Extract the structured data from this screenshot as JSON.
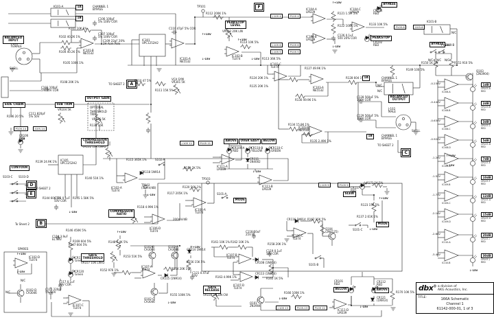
{
  "title_block": {
    "brand": "dbx",
    "brand_sup": "®",
    "division_line1": "a division of",
    "division_line2": "AKG Acoustics, Inc.",
    "title_label": "TITLE:",
    "line1": "166A Schematic",
    "line2": "Channel 1",
    "line3": "61142-000-01, 1 of 3"
  },
  "boxed_labels": [
    [
      "1A",
      110,
      7
    ],
    [
      "1B",
      110,
      23
    ],
    [
      "BALANCED\nINPUT",
      4,
      52
    ],
    [
      "SIDE CHAIN",
      4,
      149
    ],
    [
      "PEAKSTOP\nLEVEL",
      328,
      30
    ],
    [
      "0dB TRIM",
      80,
      149
    ],
    [
      "OUTPUT GAIN",
      124,
      140
    ],
    [
      "COMPRESSION\nTHRESHOLD",
      118,
      201
    ],
    [
      "CONTOUR",
      14,
      241
    ],
    [
      "COMPRESSOR\nRATIO",
      158,
      305
    ],
    [
      "GATE\nTHRESHOLD",
      118,
      369
    ],
    [
      "GATE\nRELEASE",
      296,
      416
    ],
    [
      "BYPASS",
      556,
      3
    ],
    [
      "PEAKSTOP",
      540,
      52
    ],
    [
      "BYPASS",
      626,
      61
    ],
    [
      "1A",
      528,
      110
    ],
    [
      "BALANCED\nOUTPUT",
      566,
      138
    ],
    [
      "1B",
      534,
      195
    ],
    [
      "ABOVE",
      326,
      202
    ],
    [
      "OVER EASY",
      348,
      202
    ],
    [
      "BELOW",
      381,
      202
    ],
    [
      "MODE",
      340,
      288
    ],
    [
      "SLEW",
      500,
      279
    ],
    [
      "MODE",
      548,
      323
    ],
    [
      "BELOW",
      486,
      418
    ],
    [
      "ABOVE",
      546,
      419
    ]
  ],
  "sheet_refs": [
    [
      "A",
      186,
      118
    ],
    [
      "B",
      54,
      321
    ],
    [
      "C",
      586,
      218
    ],
    [
      "D",
      40,
      265
    ],
    [
      "E",
      40,
      278
    ],
    [
      "F",
      372,
      6
    ]
  ],
  "net_boxes": [
    [
      "J-105 4",
      394,
      20
    ],
    [
      "P105 4",
      420,
      20
    ],
    [
      "J-105 6",
      394,
      62
    ],
    [
      "P105 6",
      420,
      62
    ],
    [
      "J-105 5",
      394,
      72
    ],
    [
      "P105 5",
      420,
      72
    ],
    [
      "P105-8",
      574,
      36
    ],
    [
      "J105-8",
      602,
      36
    ],
    [
      "P105-14",
      20,
      184
    ],
    [
      "J105-14",
      48,
      184
    ],
    [
      "J-105 11",
      262,
      205
    ],
    [
      "P105 11",
      289,
      205
    ],
    [
      "J-105 9",
      464,
      266
    ],
    [
      "P105 9",
      492,
      266
    ],
    [
      "J-105 13",
      402,
      445
    ],
    [
      "P105-13",
      430,
      445
    ],
    [
      "P105 11",
      456,
      445
    ]
  ],
  "rails": [
    [
      "+15V",
      294,
      48
    ],
    [
      "-15V",
      294,
      84
    ],
    [
      "-15V",
      366,
      84
    ],
    [
      "+15V",
      484,
      2
    ],
    [
      "-15V",
      484,
      66
    ],
    [
      "+15V",
      642,
      64
    ],
    [
      "+15V",
      552,
      287
    ],
    [
      "-15V",
      538,
      332
    ],
    [
      "-15V",
      368,
      248
    ],
    [
      "+15V",
      170,
      336
    ],
    [
      "-15V",
      244,
      439
    ],
    [
      "-15V",
      406,
      433
    ],
    [
      "-15V",
      100,
      307
    ],
    [
      "+15V",
      24,
      368
    ],
    [
      "-15V",
      24,
      394
    ],
    [
      "-15V",
      524,
      445
    ],
    [
      "+15V",
      278,
      358
    ],
    [
      "+15V",
      650,
      225
    ],
    [
      "-15V",
      650,
      239
    ],
    [
      "-15V",
      684,
      392
    ],
    [
      "+15V",
      346,
      56
    ],
    [
      "-15V",
      214,
      282
    ]
  ],
  "labels": [
    [
      "K101-A",
      78,
      8
    ],
    [
      "CHANNEL 1\nBYPASS",
      135,
      8
    ],
    [
      "C106 100pF\n5% 100V COR",
      143,
      26
    ],
    [
      "C107 100pF\n5% 100V COR",
      143,
      48
    ],
    [
      "R101 10K 1%",
      100,
      40
    ],
    [
      "R102 40.2K 1%",
      86,
      52
    ],
    [
      "R104 40.2K 1%",
      86,
      74
    ],
    [
      "R105 100K 1%",
      92,
      90
    ],
    [
      "J-101\nFEMALE",
      16,
      62
    ],
    [
      "SHELL",
      14,
      98
    ],
    [
      "IC101-B\nNE5532",
      121,
      72
    ],
    [
      "C109 22pF 20%\n2H Asm Pole",
      150,
      58
    ],
    [
      "R108 20K 1%",
      88,
      118
    ],
    [
      "C103 100pF\n5% 50V COR",
      60,
      126
    ],
    [
      "IC301\nUPC1252H2",
      207,
      57
    ],
    [
      "R110 47 5%",
      196,
      116
    ],
    [
      "VCA SYM\nVR301 5K",
      250,
      114
    ],
    [
      "R111 15K 5%",
      226,
      130
    ],
    [
      "TO SHEET 2",
      158,
      121
    ],
    [
      "IC101-A\nNE5532",
      262,
      84
    ],
    [
      "C110 47pF 5% COR",
      246,
      40
    ],
    [
      "TP101",
      287,
      8
    ],
    [
      "R112 200K 1%",
      300,
      18
    ],
    [
      "VR302 20K LIN",
      324,
      44
    ],
    [
      "IC102-B\nTL074",
      338,
      80
    ],
    [
      "R114 10K 5%",
      350,
      60
    ],
    [
      "R113 36K 5%",
      382,
      84
    ],
    [
      "IC104-A\nLM339",
      446,
      12
    ],
    [
      "IC104-B\nLM339",
      446,
      52
    ],
    [
      "IC104-C\nLM339",
      510,
      12
    ],
    [
      "R121 1.5M 5%",
      492,
      18
    ],
    [
      "R122 100K 5%",
      492,
      36
    ],
    [
      "C126 0.1uF\n50V 20% COR",
      492,
      50
    ],
    [
      "CR104\nRED",
      544,
      14
    ],
    [
      "R133 10K 5%",
      538,
      34
    ],
    [
      "K101-B",
      622,
      30
    ],
    [
      "N/C",
      658,
      46
    ],
    [
      "CR102\nRED",
      544,
      60
    ],
    [
      "S100-B",
      648,
      64
    ],
    [
      "N/C",
      624,
      86
    ],
    [
      "N/C",
      636,
      86
    ],
    [
      "N/C",
      648,
      86
    ],
    [
      "R150 1K 5%",
      614,
      90
    ],
    [
      "R151 910 5%",
      662,
      90
    ],
    [
      "R149 100 5%",
      592,
      100
    ],
    [
      "Q103\n(2N3904)",
      694,
      102
    ],
    [
      "C128 560pF 5%\n100V COR",
      520,
      140
    ],
    [
      "C129 560pF 5%\n100V COR",
      520,
      167
    ],
    [
      "CHANNEL 1\nBYPASS",
      556,
      112
    ],
    [
      "N/C",
      550,
      123
    ],
    [
      "N/C",
      550,
      131
    ],
    [
      "J-102\nMALE",
      566,
      157
    ],
    [
      "SHELL",
      600,
      189
    ],
    [
      "CHANNEL 1\nBYPASS",
      556,
      196
    ],
    [
      "TO SHEET 2",
      550,
      210
    ],
    [
      "IC103-A\nNE5532",
      456,
      126
    ],
    [
      "R127 49.9K 1%",
      444,
      98
    ],
    [
      "R128 604 1%",
      504,
      112
    ],
    [
      "R130 49.9K 1%",
      430,
      144
    ],
    [
      "R124 20K 1%",
      364,
      112
    ],
    [
      "R125 20K 1%",
      364,
      124
    ],
    [
      "IC102-C\nTL074",
      394,
      92
    ],
    [
      "IC103-B\nNE5532",
      435,
      184
    ],
    [
      "R134 15.8K 1%",
      420,
      180
    ],
    [
      "R135 2.49K 1%",
      452,
      204
    ],
    [
      "CR106\nRED",
      28,
      196
    ],
    [
      "R136 20 5%",
      10,
      168
    ],
    [
      "C111 820pF\n5% 50V",
      42,
      164
    ],
    [
      "VR104 5K",
      84,
      158
    ],
    [
      "OPTIONAL",
      131,
      155
    ],
    [
      "THRESHOLD\nTRIM",
      131,
      161
    ],
    [
      "VR106 5K",
      134,
      172
    ],
    [
      "R138 15K",
      131,
      181
    ],
    [
      "VR102 10K LIN-D",
      120,
      212
    ],
    [
      "IC105\nUPC1252H2",
      88,
      232
    ],
    [
      "R139 24.9K 1%",
      52,
      234
    ],
    [
      "R140 51K 1%",
      124,
      258
    ],
    [
      "R144 604 5%",
      62,
      287
    ],
    [
      "C115 0.1uF\n50V COR",
      79,
      287
    ],
    [
      "R145 1.58K 5%",
      106,
      287
    ],
    [
      "S103-C",
      4,
      256
    ],
    [
      "S103-D",
      27,
      256
    ],
    [
      "TO SHEET 2",
      50,
      273
    ],
    [
      "To Sheet 2",
      22,
      325
    ],
    [
      "R146 450K 5%",
      96,
      334
    ],
    [
      "C114 3.9uF\nEL 50V",
      76,
      343
    ],
    [
      "R147 604 5%",
      100,
      355
    ],
    [
      "IC102-A\nTL074",
      162,
      272
    ],
    [
      "TP102\n(52mV/dB)",
      206,
      268
    ],
    [
      "CR118 1N914",
      206,
      249
    ],
    [
      "R115 365K 1%",
      184,
      231
    ],
    [
      "S102-A",
      226,
      231
    ],
    [
      "R119 2K 5%",
      268,
      243
    ],
    [
      "R117 205K 1%",
      244,
      280
    ],
    [
      "IC106-A\nTL074",
      284,
      304
    ],
    [
      "R118 4.99K 1%",
      200,
      300
    ],
    [
      "IC106-D\nTL074",
      218,
      331
    ],
    [
      "200mV/dB",
      252,
      318
    ],
    [
      "R120 56K 1%",
      266,
      271
    ],
    [
      "CR109-A\nRED",
      339,
      214
    ],
    [
      "CR110-B\nYELLOW",
      366,
      214
    ],
    [
      "CR110-C\nGREEN",
      395,
      214
    ],
    [
      "CR111\n1N4002",
      364,
      230
    ],
    [
      "IC111-A\nLM339",
      316,
      241
    ],
    [
      "IC111-B\nLM339",
      382,
      270
    ],
    [
      "TP103",
      294,
      259
    ],
    [
      "S101-A",
      316,
      281
    ],
    [
      "R171 1K 5%",
      534,
      265
    ],
    [
      "CR117\nRED",
      511,
      272
    ],
    [
      "R123 150 5%",
      526,
      297
    ],
    [
      "R137 2.61K 1%",
      520,
      314
    ],
    [
      "S101-C",
      514,
      333
    ],
    [
      "CR116 1N914",
      418,
      318
    ],
    [
      "R167 15K 5%",
      448,
      318
    ],
    [
      "Q104\n(2N4125)",
      474,
      332
    ],
    [
      "R148 2.4K 5%",
      158,
      351
    ],
    [
      "VR107 10K LIN-D",
      118,
      381
    ],
    [
      "R153 51K 5%",
      180,
      372
    ],
    [
      "R152 976 1%",
      146,
      392
    ],
    [
      "IC107-A\nTL074",
      206,
      387
    ],
    [
      "Q102-B\nCA3046",
      210,
      358
    ],
    [
      "Q102-A\nCA3046",
      245,
      358
    ],
    [
      "R154 20K 1%",
      250,
      390
    ],
    [
      "CR115 (1N914)",
      234,
      404
    ],
    [
      "Q102-C\nCA3046",
      210,
      434
    ],
    [
      "R155 100K 5%",
      248,
      428
    ],
    [
      "CR114 1N914",
      272,
      362
    ],
    [
      "R156 15K 5%",
      272,
      380
    ],
    [
      "C121 0.47uF\n50V",
      280,
      396
    ],
    [
      "VR108 5M LIN CW",
      296,
      428
    ],
    [
      "R161 10K 1%",
      308,
      351
    ],
    [
      "R162 10K 1%",
      336,
      351
    ],
    [
      "IC107-B\nTL074",
      330,
      370
    ],
    [
      "CR108 (1N914)",
      372,
      381
    ],
    [
      "IC107-D\nTL074",
      340,
      414
    ],
    [
      "CR113 (1N914)",
      372,
      397
    ],
    [
      "R163 4.99K 1%",
      314,
      402
    ],
    [
      "R165 1K 5%",
      388,
      404
    ],
    [
      "R166 100K 1%",
      414,
      425
    ],
    [
      "Q101\n2N3904",
      364,
      440
    ],
    [
      "C119 0.1uF\n50V COR",
      388,
      364
    ],
    [
      "C118 10uF\n25V EL",
      358,
      336
    ],
    [
      "IC106-C\nTL074",
      426,
      342
    ],
    [
      "R158 20K 1%",
      390,
      354
    ],
    [
      "S101-B",
      450,
      384
    ],
    [
      "SPARES",
      26,
      361
    ],
    [
      "IC102-D\nTL074",
      42,
      373
    ],
    [
      "N/C",
      30,
      407
    ],
    [
      "Q102-D\nCA3046",
      38,
      421
    ],
    [
      "N/C",
      8,
      424
    ],
    [
      "CR119\nGreen",
      109,
      374
    ],
    [
      "CR120\nGreen",
      109,
      394
    ],
    [
      "C116 220pF\n5% 50V",
      66,
      420
    ],
    [
      "C117 0.1uF\n50V COR",
      86,
      409
    ],
    [
      "IC107-C\nTL074",
      106,
      443
    ],
    [
      "R169 604 5%",
      106,
      350
    ],
    [
      "CR101\nRED",
      487,
      408
    ],
    [
      "CR112\nRED",
      549,
      409
    ],
    [
      "CR121\n(1N914)",
      549,
      432
    ],
    [
      "IC111-D\nLM339",
      492,
      450
    ],
    [
      "R170 10K 5%",
      577,
      424
    ]
  ],
  "meter": {
    "rows": [
      {
        "volt": "-0.230V",
        "ic": "IC108-A",
        "db": "1dB",
        "led": "CR107-A\nRED"
      },
      {
        "volt": "-0.440V",
        "ic": "IC108-B",
        "db": "2dB",
        "led": "CR107-B\nRED"
      },
      {
        "volt": "-0.630V",
        "ic": "IC108-C",
        "db": "3dB",
        "led": "CR107-C\nRED"
      },
      {
        "volt": "-0.920V",
        "ic": "IC108-D",
        "db": "5dB",
        "led": "CR107-D\nRED"
      },
      {
        "volt": "-1.26V",
        "ic": "IC109-A",
        "db": "7dB",
        "led": "CR107-E\nRED"
      },
      {
        "volt": "-1.52V",
        "ic": "IC109-B",
        "db": "10dB",
        "led": "CR107-F\nRED"
      },
      {
        "volt": "-1.73V",
        "ic": "IC109-C",
        "db": "12dB",
        "led": "CR107-G\nRED"
      },
      {
        "volt": "-2.16V",
        "ic": "IC109-D",
        "db": "15dB",
        "led": "CR107-H\nRED"
      },
      {
        "volt": "-2.66V",
        "ic": "IC110-A",
        "db": "20dB",
        "led": "CR107-I\nRED"
      },
      {
        "volt": "-3.46V",
        "ic": "IC110-B",
        "db": "30dB",
        "led": "CR107-J\nRED"
      }
    ]
  }
}
